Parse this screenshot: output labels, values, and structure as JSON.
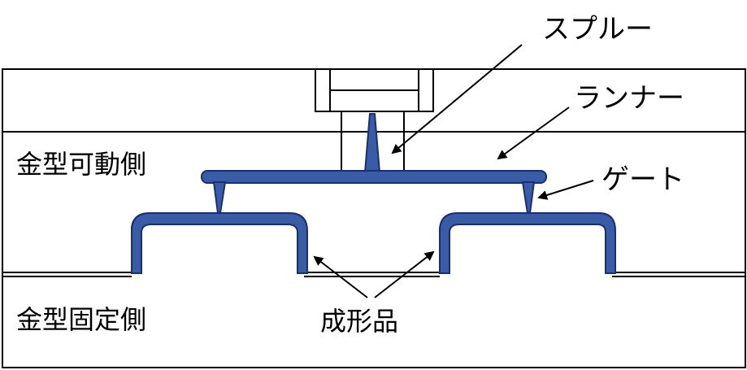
{
  "labels": {
    "sprue": "スプルー",
    "runner": "ランナー",
    "gate": "ゲート",
    "moving_side": "金型可動側",
    "fixed_side": "金型固定側",
    "molded_part": "成形品"
  },
  "colors": {
    "plastic_fill": "#3a5ba6",
    "plastic_edge": "#1a2f6e",
    "line": "#000000",
    "background": "#ffffff"
  }
}
